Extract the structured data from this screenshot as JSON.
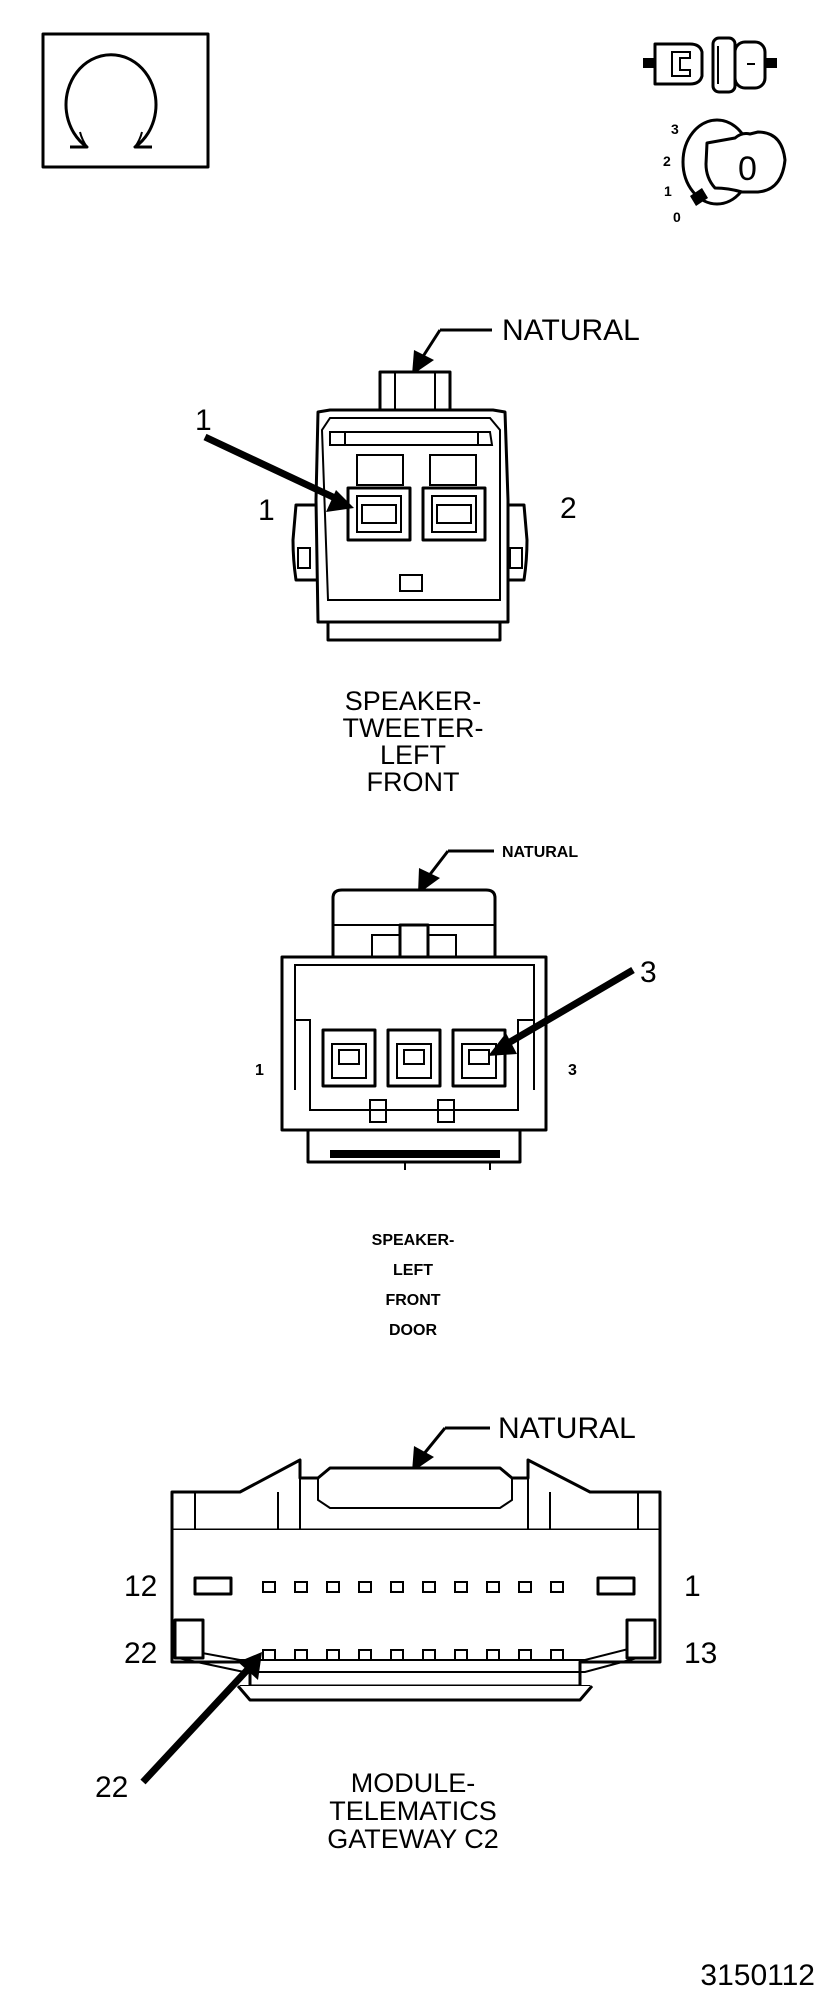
{
  "legend": {
    "ohm_symbol": "Ω",
    "ignition_positions": [
      "3",
      "2",
      "1",
      "0"
    ],
    "key_label": "0"
  },
  "connector_1": {
    "color_label": "NATURAL",
    "callout": "1",
    "pin_left": "1",
    "pin_right": "2",
    "name_lines": [
      "SPEAKER-",
      "TWEETER-",
      "LEFT",
      "FRONT"
    ]
  },
  "connector_2": {
    "color_label": "NATURAL",
    "callout": "3",
    "pin_left": "1",
    "pin_right": "3",
    "name_lines": [
      "SPEAKER-",
      "LEFT",
      "FRONT",
      "DOOR"
    ]
  },
  "connector_3": {
    "color_label": "NATURAL",
    "callout": "22",
    "pin_top_left": "12",
    "pin_top_right": "1",
    "pin_bottom_left": "22",
    "pin_bottom_right": "13",
    "name_lines": [
      "MODULE-",
      "TELEMATICS",
      "GATEWAY C2"
    ]
  },
  "figure_number": "3150112"
}
